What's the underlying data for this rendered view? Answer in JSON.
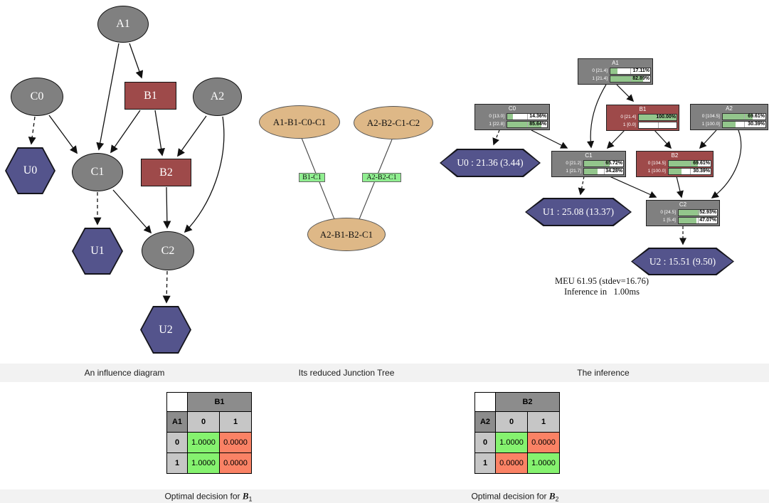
{
  "colors": {
    "chance_fill": "#808080",
    "decision_fill": "#9e4a4a",
    "utility_fill": "#54548c",
    "clique_fill": "#deb887",
    "separator_fill": "#90ee90",
    "bar_fill": "#93c68c",
    "cell_green": "#85f26f",
    "cell_red": "#fa8265"
  },
  "influence_diagram": {
    "caption": "An influence diagram",
    "nodes": {
      "A1": "A1",
      "C0": "C0",
      "B1": "B1",
      "A2": "A2",
      "U0": "U0",
      "C1": "C1",
      "B2": "B2",
      "U1": "U1",
      "C2": "C2",
      "U2": "U2"
    }
  },
  "junction_tree": {
    "caption": "Its reduced Junction Tree",
    "cliques": [
      "A1-B1-C0-C1",
      "A2-B2-C1-C2",
      "A2-B1-B2-C1"
    ],
    "separators": [
      "B1-C1",
      "A2-B2-C1"
    ]
  },
  "inference": {
    "caption": "The inference",
    "meu_line1": "MEU 61.95 (stdev=16.76)",
    "meu_line2": "Inference in   1.00ms",
    "nodes": [
      {
        "title": "A1",
        "type": "chance",
        "rows": [
          {
            "label": "0 [21.4]",
            "pct": "17.11%",
            "value": 17.11
          },
          {
            "label": "1 [21.4]",
            "pct": "82.89%",
            "value": 82.89
          }
        ]
      },
      {
        "title": "C0",
        "type": "chance",
        "rows": [
          {
            "label": "0 [13.0]",
            "pct": "14.36%",
            "value": 14.36
          },
          {
            "label": "1 [22.8]",
            "pct": "85.64%",
            "value": 85.64
          }
        ]
      },
      {
        "title": "B1",
        "type": "decision",
        "rows": [
          {
            "label": "0 [21.4]",
            "pct": "100.00%",
            "value": 100
          },
          {
            "label": "1 [0.0]",
            "pct": "",
            "value": 0
          }
        ]
      },
      {
        "title": "A2",
        "type": "chance",
        "rows": [
          {
            "label": "0 [104.5]",
            "pct": "69.61%",
            "value": 69.61
          },
          {
            "label": "1 [100.0]",
            "pct": "30.39%",
            "value": 30.39
          }
        ]
      },
      {
        "title": "C1",
        "type": "chance",
        "rows": [
          {
            "label": "0 [21.2]",
            "pct": "65.72%",
            "value": 65.72
          },
          {
            "label": "1 [21.7]",
            "pct": "34.28%",
            "value": 34.28
          }
        ]
      },
      {
        "title": "B2",
        "type": "decision",
        "rows": [
          {
            "label": "0 [104.5]",
            "pct": "69.61%",
            "value": 69.61
          },
          {
            "label": "1 [100.0]",
            "pct": "30.39%",
            "value": 30.39
          }
        ]
      },
      {
        "title": "C2",
        "type": "chance",
        "rows": [
          {
            "label": "0 [24.5]",
            "pct": "52.93%",
            "value": 52.93
          },
          {
            "label": "1 [5.4]",
            "pct": "47.07%",
            "value": 47.07
          }
        ]
      }
    ],
    "utilities": [
      {
        "label": "U0 : 21.36 (3.44)"
      },
      {
        "label": "U1 : 25.08 (13.37)"
      },
      {
        "label": "U2 : 15.51 (9.50)"
      }
    ]
  },
  "decision_tables": [
    {
      "caption_prefix": "Optimal decision for",
      "symbol": "B",
      "sub": "1",
      "col_group": "B1",
      "row_var": "A1",
      "col_headers": [
        "0",
        "1"
      ],
      "rows": [
        {
          "label": "0",
          "values": [
            "1.0000",
            "0.0000"
          ],
          "colors": [
            "green",
            "red"
          ]
        },
        {
          "label": "1",
          "values": [
            "1.0000",
            "0.0000"
          ],
          "colors": [
            "green",
            "red"
          ]
        }
      ]
    },
    {
      "caption_prefix": "Optimal decision for",
      "symbol": "B",
      "sub": "2",
      "col_group": "B2",
      "row_var": "A2",
      "col_headers": [
        "0",
        "1"
      ],
      "rows": [
        {
          "label": "0",
          "values": [
            "1.0000",
            "0.0000"
          ],
          "colors": [
            "green",
            "red"
          ]
        },
        {
          "label": "1",
          "values": [
            "0.0000",
            "1.0000"
          ],
          "colors": [
            "red",
            "green"
          ]
        }
      ]
    }
  ]
}
